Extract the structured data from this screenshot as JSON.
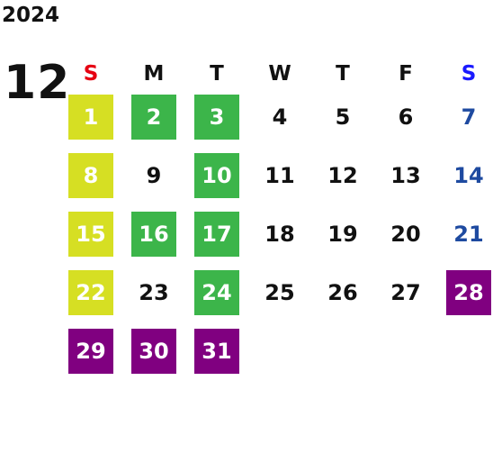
{
  "calendar": {
    "year": "2024",
    "month": "12",
    "weekdays": [
      "S",
      "M",
      "T",
      "W",
      "T",
      "F",
      "S"
    ],
    "weekday_colors": [
      "#e60012",
      "#111111",
      "#111111",
      "#111111",
      "#111111",
      "#111111",
      "#1a1aff"
    ],
    "colors": {
      "yellow": "#d6df23",
      "green": "#3cb54a",
      "purple": "#800080",
      "plain": "#111111",
      "saturday": "#1e4aa0",
      "on_fill": "#ffffff"
    },
    "weeks": [
      [
        {
          "d": "1",
          "s": "yellow"
        },
        {
          "d": "2",
          "s": "green"
        },
        {
          "d": "3",
          "s": "green"
        },
        {
          "d": "4",
          "s": "plain"
        },
        {
          "d": "5",
          "s": "plain"
        },
        {
          "d": "6",
          "s": "plain"
        },
        {
          "d": "7",
          "s": "saturday"
        }
      ],
      [
        {
          "d": "8",
          "s": "yellow"
        },
        {
          "d": "9",
          "s": "plain"
        },
        {
          "d": "10",
          "s": "green"
        },
        {
          "d": "11",
          "s": "plain"
        },
        {
          "d": "12",
          "s": "plain"
        },
        {
          "d": "13",
          "s": "plain"
        },
        {
          "d": "14",
          "s": "saturday"
        }
      ],
      [
        {
          "d": "15",
          "s": "yellow"
        },
        {
          "d": "16",
          "s": "green"
        },
        {
          "d": "17",
          "s": "green"
        },
        {
          "d": "18",
          "s": "plain"
        },
        {
          "d": "19",
          "s": "plain"
        },
        {
          "d": "20",
          "s": "plain"
        },
        {
          "d": "21",
          "s": "saturday"
        }
      ],
      [
        {
          "d": "22",
          "s": "yellow"
        },
        {
          "d": "23",
          "s": "plain"
        },
        {
          "d": "24",
          "s": "green"
        },
        {
          "d": "25",
          "s": "plain"
        },
        {
          "d": "26",
          "s": "plain"
        },
        {
          "d": "27",
          "s": "plain"
        },
        {
          "d": "28",
          "s": "purple"
        }
      ],
      [
        {
          "d": "29",
          "s": "purple"
        },
        {
          "d": "30",
          "s": "purple"
        },
        {
          "d": "31",
          "s": "purple"
        }
      ]
    ]
  }
}
